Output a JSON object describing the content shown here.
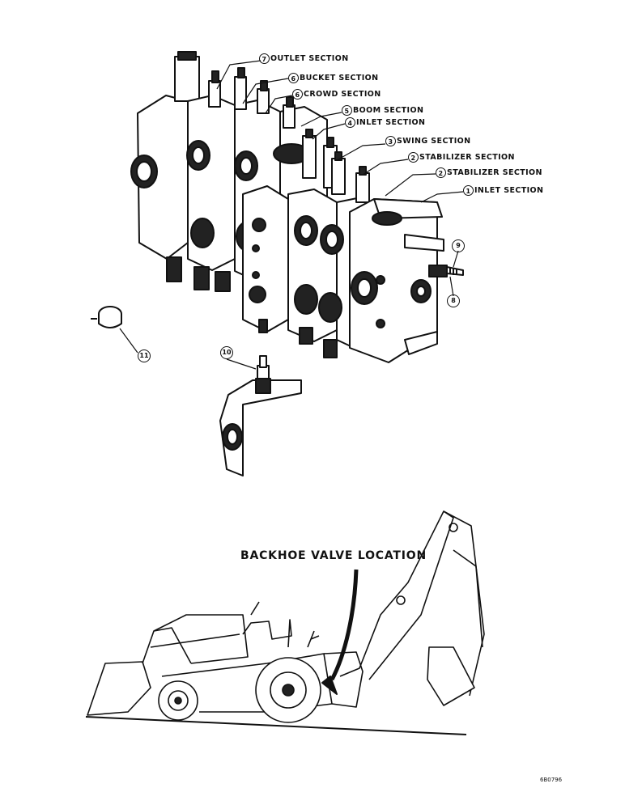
{
  "callouts": [
    {
      "num": "7",
      "label": "OUTLET SECTION"
    },
    {
      "num": "6",
      "label": "BUCKET SECTION"
    },
    {
      "num": "6",
      "label": "CROWD SECTION"
    },
    {
      "num": "5",
      "label": "BOOM SECTION"
    },
    {
      "num": "4",
      "label": "INLET SECTION"
    },
    {
      "num": "3",
      "label": "SWING SECTION"
    },
    {
      "num": "2",
      "label": "STABILIZER SECTION"
    },
    {
      "num": "2",
      "label": "STABILIZER SECTION"
    },
    {
      "num": "1",
      "label": "INLET SECTION"
    }
  ],
  "part_numbers": {
    "p8": "8",
    "p9": "9",
    "p10": "10",
    "p11": "11"
  },
  "location_label": "BACKHOE VALVE LOCATION",
  "figure_id": "6B0796"
}
